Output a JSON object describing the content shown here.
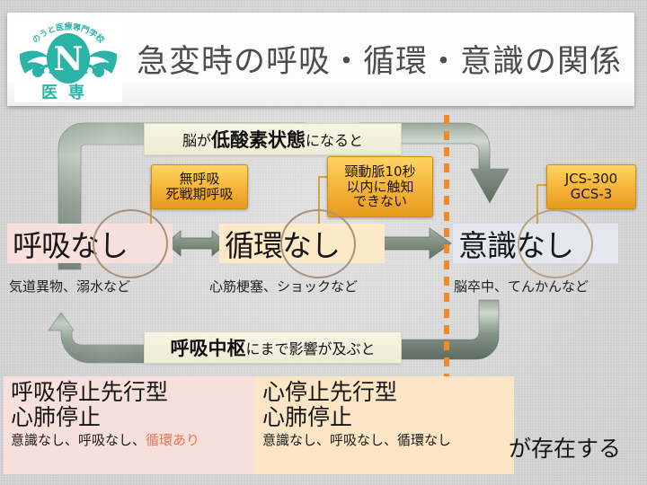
{
  "header": {
    "title": "急変時の呼吸・循環・意識の関係",
    "logo": {
      "arc_text": "のうと医療専門学校",
      "letter": "N",
      "bottom_text": "医　専",
      "color": "#2bb3a8"
    }
  },
  "callouts": {
    "top": {
      "pre": "脳が",
      "emph": "低酸素状態",
      "post": "になると"
    },
    "bottom": {
      "emph": "呼吸中枢",
      "post": "にまで影響が及ぶと"
    }
  },
  "gold_boxes": [
    {
      "id": "gold-1",
      "lines": [
        "無呼吸",
        "死戦期呼吸"
      ]
    },
    {
      "id": "gold-2",
      "lines": [
        "頸動脈10秒",
        "以内に触知",
        "できない"
      ]
    },
    {
      "id": "gold-3",
      "lines": [
        "JCS-300",
        "GCS-3"
      ]
    }
  ],
  "states": [
    {
      "id": "resp",
      "label": "呼吸なし",
      "caption": "気道異物、溺水など",
      "bg": "#f7dfdc"
    },
    {
      "id": "circ",
      "label": "循環なし",
      "caption": "心筋梗塞、ショックなど",
      "bg": "#fbe9c7"
    },
    {
      "id": "cons",
      "label": "意識なし",
      "caption": "脳卒中、てんかんなど",
      "bg": "#e4e7ee"
    }
  ],
  "panels": {
    "left": {
      "line1": "呼吸停止先行型",
      "line2": "心肺停止",
      "detail_normal": "意識なし、呼吸なし、",
      "detail_highlight": "循環あり",
      "bg": "#f7dfdc"
    },
    "right": {
      "line1": "心停止先行型",
      "line2": "心肺停止",
      "detail_normal": "意識なし、呼吸なし、循環なし",
      "detail_highlight": "",
      "bg": "#fbe5c4"
    }
  },
  "exists_text": "が存在する",
  "colors": {
    "pipe": "#7f8c80",
    "divider_orange": "#f08a2a",
    "gold": "#f6b73c",
    "highlight_orange": "#e8764f"
  }
}
